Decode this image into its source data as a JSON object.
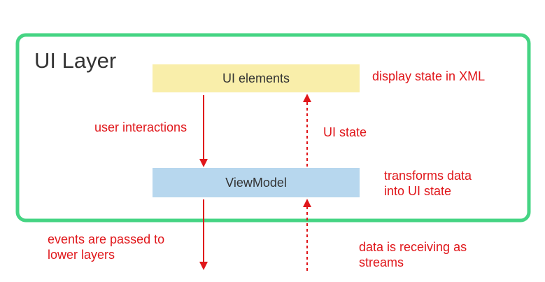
{
  "layer": {
    "title": "UI Layer"
  },
  "boxes": {
    "ui_elements": "UI elements",
    "view_model": "ViewModel"
  },
  "notes": {
    "display_state": "display state in XML",
    "user_interactions": "user interactions",
    "ui_state": "UI state",
    "transforms": "transforms data\ninto UI state",
    "events_passed": "events are passed to\nlower layers",
    "data_receiving": "data is receiving as\nstreams"
  },
  "colors": {
    "frame": "#45d483",
    "ui_box": "#f9eeaa",
    "vm_box": "#b7d7ee",
    "annotation": "#e0161a",
    "arrow": "#e0161a",
    "text": "#333333"
  }
}
